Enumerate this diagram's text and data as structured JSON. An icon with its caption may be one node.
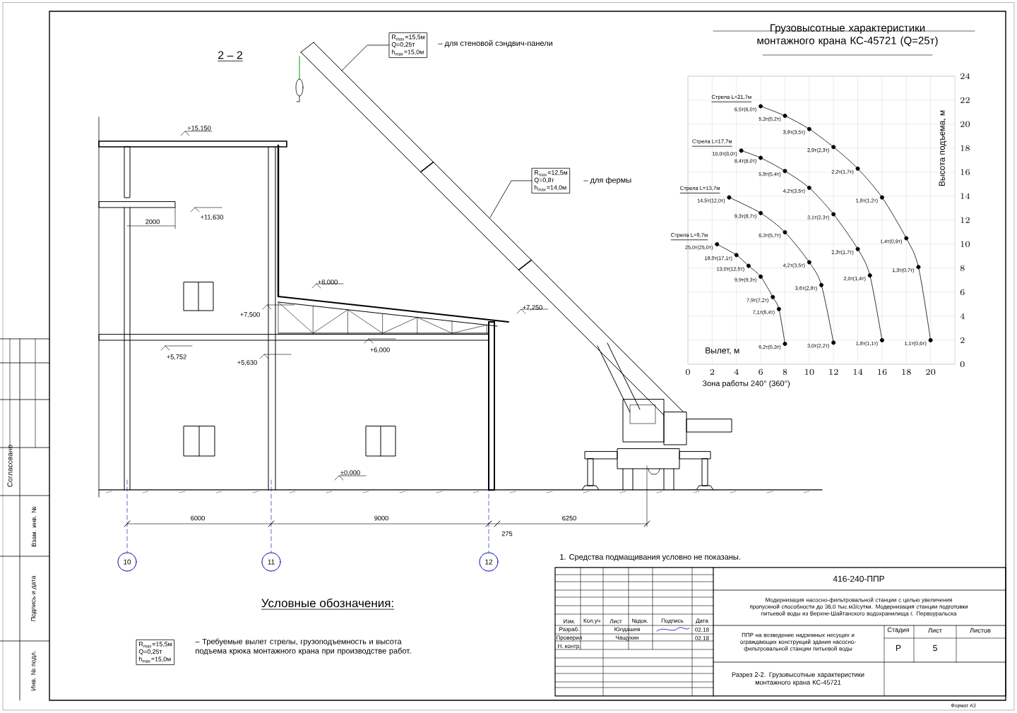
{
  "diagram": {
    "nodes": [
      {
        "text": [
          "R$_{max}$=15,5м",
          "Q=0,25т",
          "h$_{max}$=15,0м"
        ],
        "beside": [
          "– для стеновой сэндвич-панели"
        ]
      },
      {
        "text": [
          "R$_{max}$=12,5м",
          "Q=0,8т",
          "h$_{max}$=14,0м"
        ],
        "beside": [
          "– для фермы"
        ]
      },
      {
        "text": [
          "10"
        ]
      },
      {
        "text": [
          "11"
        ]
      },
      {
        "text": [
          "12"
        ]
      },
      {
        "text": [
          "R$_{max}$=15,5м",
          "Q=0,25т",
          "h$_{max}$=15,0м"
        ],
        "beside": [
          "– Требуемые вылет стрелы, грузоподъемность и высота подъема крюка монтажного крана при производстве работ."
        ]
      }
    ],
    "edges": [
      {
        "from": 0,
        "to": null,
        "arrow": "none"
      },
      {
        "from": 1,
        "to": null,
        "arrow": "none"
      }
    ],
    "labels": [
      "2 – 2",
      "+15,150",
      "2000",
      "+11,630",
      "+8,000",
      "+7,500",
      "+7,250",
      "+5,752",
      "+5,630",
      "+6,000",
      "±0,000",
      "6000",
      "9000",
      "6250",
      "275",
      "Условные обозначения:",
      "1. Средства подмащивания условно не показаны.",
      "416-240-ППР",
      "Модернизация насосно-фильтровальной станции с целью увеличения пропускной способности до 36,0 тыс.м3/сутки. Модернизация станции подготовки питьевой воды из Верхне-Шайтанского водохранилища г. Первоуральска",
      "Изм.",
      "Кол.уч",
      "Лист",
      "№док.",
      "Подпись",
      "Дата",
      "Разраб.",
      "Юлдашев",
      "02.18",
      "Стадия",
      "Лист",
      "Листов",
      "Проверил",
      "Чащухин",
      "02.18",
      "Н. контр.",
      "ППР на возведение надземных несущих и ограждающих конструкций здания насосно-фильтровальной станции питьевой воды",
      "Р",
      "5",
      "Разрез 2-2. Грузовысотные характеристики монтажного крана КС-45721",
      "Формат А3",
      "Согласовано",
      "Взам. инв. №",
      "Подпись и дата",
      "Инв. № подл.",
      "Зона работы 240° (360°)"
    ],
    "chart_data": {
      "type": "line",
      "title": "Грузовысотные характеристики монтажного крана КС-45721 (Q=25т)",
      "xlabel": "Вылет, м",
      "ylabel": "Высота подъема, м",
      "xlim": [
        0,
        22
      ],
      "ylim": [
        0,
        24
      ],
      "xticks": [
        0,
        2,
        4,
        6,
        8,
        10,
        12,
        14,
        16,
        18,
        20
      ],
      "yticks": [
        0,
        2,
        4,
        6,
        8,
        10,
        12,
        14,
        16,
        18,
        20,
        22,
        24
      ],
      "grid": true,
      "x": [
        2.4,
        3.4,
        4,
        4.4,
        5,
        6,
        7,
        7.5,
        8,
        10,
        11,
        12,
        14,
        15,
        16,
        18,
        19,
        20
      ],
      "series": [
        {
          "name": "Стрела L=21,7м",
          "color": "#000000",
          "marker": "circle",
          "values": [
            null,
            null,
            null,
            null,
            null,
            21.5,
            null,
            null,
            20.7,
            19.6,
            null,
            18.1,
            16.3,
            null,
            13.9,
            10.5,
            8.1,
            2
          ]
        },
        {
          "name": "Стрела L=17,7м",
          "color": "#000000",
          "marker": "circle",
          "values": [
            null,
            null,
            null,
            17.8,
            null,
            17.2,
            null,
            null,
            16.1,
            14.7,
            null,
            12.5,
            9.6,
            7.4,
            2,
            null,
            null,
            null
          ]
        },
        {
          "name": "Стрела L=13,7м",
          "color": "#000000",
          "marker": "circle",
          "values": [
            null,
            13.9,
            null,
            null,
            null,
            12.6,
            null,
            null,
            11.0,
            8.5,
            6.6,
            1.8,
            null,
            null,
            null,
            null,
            null,
            null
          ]
        },
        {
          "name": "Стрела L=9,7м",
          "color": "#000000",
          "marker": "circle",
          "values": [
            10.0,
            null,
            9.1,
            null,
            8.2,
            7.3,
            5.6,
            4.6,
            1.7,
            null,
            null,
            null,
            null,
            null,
            null,
            null,
            null,
            null
          ]
        }
      ],
      "annotations": [
        {
          "x": 6,
          "y": 21.5,
          "text": "6,5т(6,0т)"
        },
        {
          "x": 8,
          "y": 20.7,
          "text": "5,3т(5,2т)"
        },
        {
          "x": 10,
          "y": 19.6,
          "text": "3,9т(3,5т)"
        },
        {
          "x": 12,
          "y": 18.1,
          "text": "2,9т(2,3т)"
        },
        {
          "x": 14,
          "y": 16.3,
          "text": "2,2т(1,7т)"
        },
        {
          "x": 16,
          "y": 13.9,
          "text": "1,8т(1,2т)"
        },
        {
          "x": 18,
          "y": 10.5,
          "text": "1,4т(0,9т)"
        },
        {
          "x": 19,
          "y": 8.1,
          "text": "1,3т(0,7т)"
        },
        {
          "x": 20,
          "y": 2,
          "text": "1,1т(0,6т)"
        },
        {
          "x": 4.4,
          "y": 17.8,
          "text": "10,0т(8,0т)"
        },
        {
          "x": 6,
          "y": 17.2,
          "text": "8,4т(8,0т)"
        },
        {
          "x": 8,
          "y": 16.1,
          "text": "5,9т(5,4т)"
        },
        {
          "x": 10,
          "y": 14.7,
          "text": "4,2т(3,5т)"
        },
        {
          "x": 12,
          "y": 12.5,
          "text": "3,1т(2,3т)"
        },
        {
          "x": 14,
          "y": 9.6,
          "text": "2,3т(1,7т)"
        },
        {
          "x": 15,
          "y": 7.4,
          "text": "2,0т(1,4т)"
        },
        {
          "x": 16,
          "y": 2,
          "text": "1,8т(1,1т)"
        },
        {
          "x": 3.4,
          "y": 13.9,
          "text": "14,5т(12,0т)"
        },
        {
          "x": 6,
          "y": 12.6,
          "text": "9,3т(8,7т)"
        },
        {
          "x": 8,
          "y": 11.0,
          "text": "6,3т(5,7т)"
        },
        {
          "x": 10,
          "y": 8.5,
          "text": "4,2т(3,5т)"
        },
        {
          "x": 11,
          "y": 6.6,
          "text": "3,6т(2,8т)"
        },
        {
          "x": 12,
          "y": 1.8,
          "text": "3,0т(2,2т)"
        },
        {
          "x": 2.4,
          "y": 10.0,
          "text": "25,0т(25,0т)"
        },
        {
          "x": 4,
          "y": 9.1,
          "text": "18,0т(17,1т)"
        },
        {
          "x": 5,
          "y": 8.2,
          "text": "13,0т(12,5т)"
        },
        {
          "x": 6,
          "y": 7.3,
          "text": "9,9т(9,3т)"
        },
        {
          "x": 7,
          "y": 5.6,
          "text": "7,9т(7,2т)"
        },
        {
          "x": 7.5,
          "y": 4.6,
          "text": "7,1т(6,4т)"
        },
        {
          "x": 8,
          "y": 1.7,
          "text": "6,2т(5,3т)"
        }
      ]
    }
  }
}
